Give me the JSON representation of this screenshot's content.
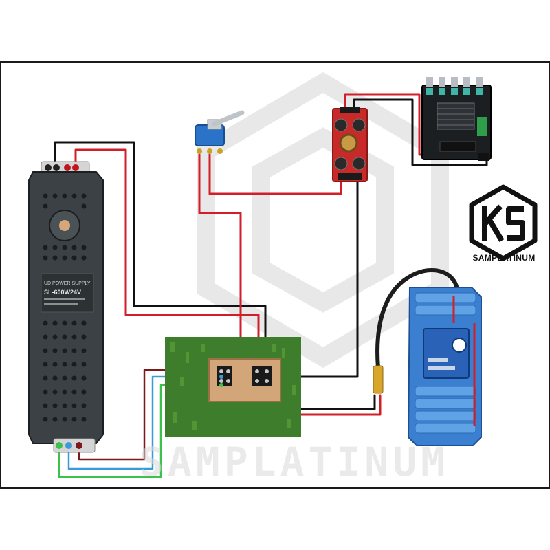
{
  "brand": {
    "name": "SAMPLATINUM",
    "monogram": "KS"
  },
  "watermark": {
    "text": "SAMPLATINUM"
  },
  "psu": {
    "brand": "UD POWER SUPPLY",
    "model": "SL-600W24V"
  },
  "components": {
    "power_supply": "psu-24v-600w",
    "toggle_switch": "spdt-toggle",
    "converter": "boost-converter",
    "amplifier": "amplifier-board",
    "battery": "battery-pack-with-bms",
    "terminal_block": "terminal-board"
  },
  "colors": {
    "wire_red": "#d11f2a",
    "wire_black": "#111111",
    "wire_blue": "#3a9bd9",
    "wire_green": "#3cc24a",
    "wire_brown": "#7a1a1a"
  }
}
